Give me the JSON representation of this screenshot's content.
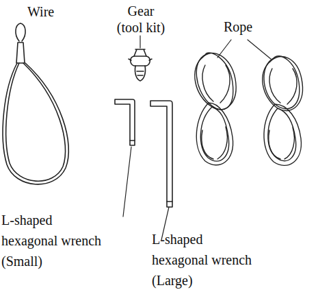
{
  "diagram": {
    "labels": [
      "Wire",
      "Gear (tool kit)",
      "Rope",
      "L-shaped hexagonal wrench (Small)",
      "L-shaped hexagonal wrench (Large)"
    ]
  }
}
